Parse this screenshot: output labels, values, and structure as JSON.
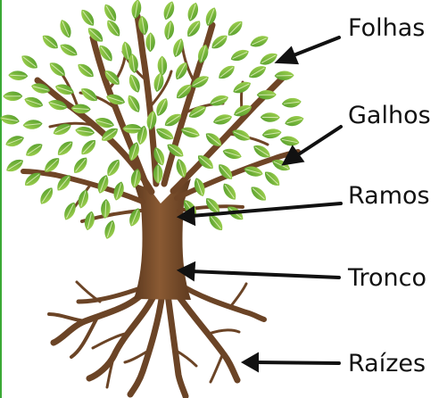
{
  "labels": {
    "leaves": "Folhas",
    "twigs": "Galhos",
    "branches": "Ramos",
    "trunk": "Tronco",
    "roots": "Raízes"
  },
  "colors": {
    "leaf_light": "#9ccf48",
    "leaf_dark": "#5fa82e",
    "leaf_vein": "#e9f6c9",
    "trunk": "#7a4f2c",
    "trunk_dark": "#5e3a1f",
    "arrow": "#111111",
    "frame_accent": "#3aa935"
  },
  "icons": {
    "tree": "tree-illustration",
    "arrow": "arrow-left-icon"
  }
}
